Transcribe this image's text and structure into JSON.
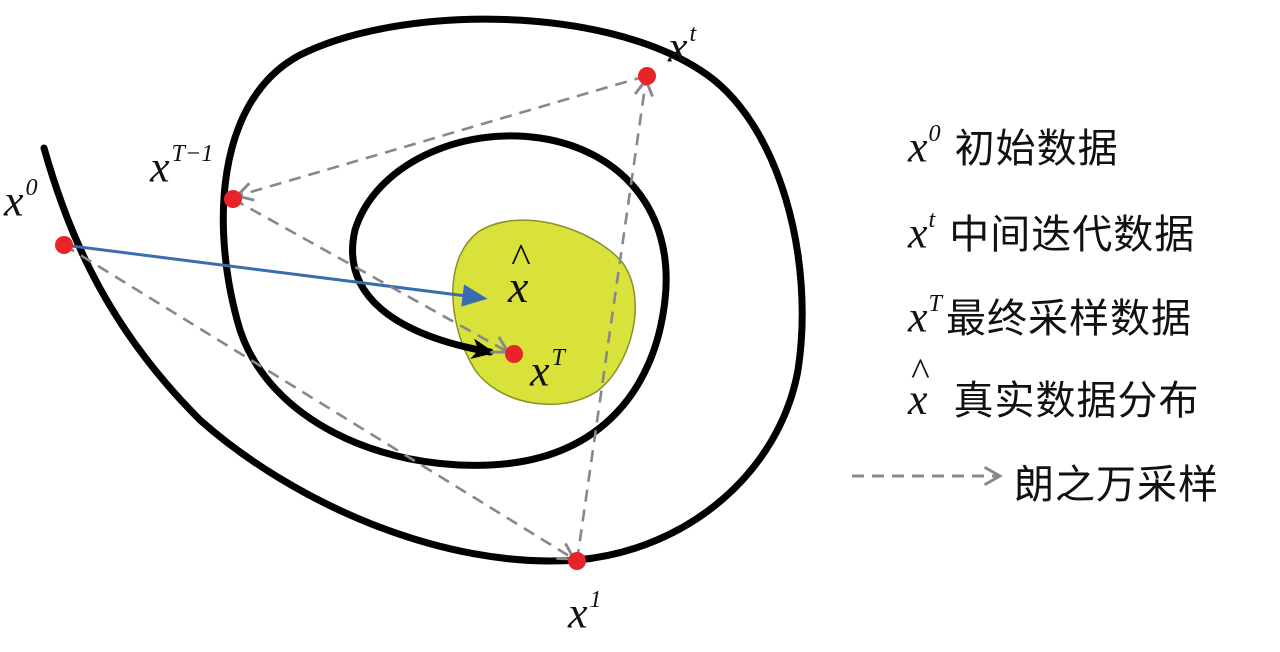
{
  "points": {
    "x0": {
      "base": "x",
      "sup": "0"
    },
    "x1": {
      "base": "x",
      "sup": "1"
    },
    "xt": {
      "base": "x",
      "sup": "t"
    },
    "xT1": {
      "base": "x",
      "sup": "T−1"
    },
    "xT": {
      "base": "x",
      "sup": "T"
    },
    "xhat": {
      "base": "x"
    }
  },
  "legend": [
    {
      "base": "x",
      "sup": "0",
      "text": "初始数据"
    },
    {
      "base": "x",
      "sup": "t",
      "text": "中间迭代数据"
    },
    {
      "base": "x",
      "sup": "T",
      "text": "最终采样数据"
    },
    {
      "base": "x",
      "hat": true,
      "text": "真实数据分布"
    },
    {
      "text": "朗之万采样"
    }
  ],
  "colors": {
    "spiral": "#000000",
    "point": "#e8232a",
    "blob_fill": "#d9e23a",
    "blob_stroke": "#8a8f2a",
    "blue_arrow": "#3a6cb0",
    "dashed": "#888888"
  }
}
